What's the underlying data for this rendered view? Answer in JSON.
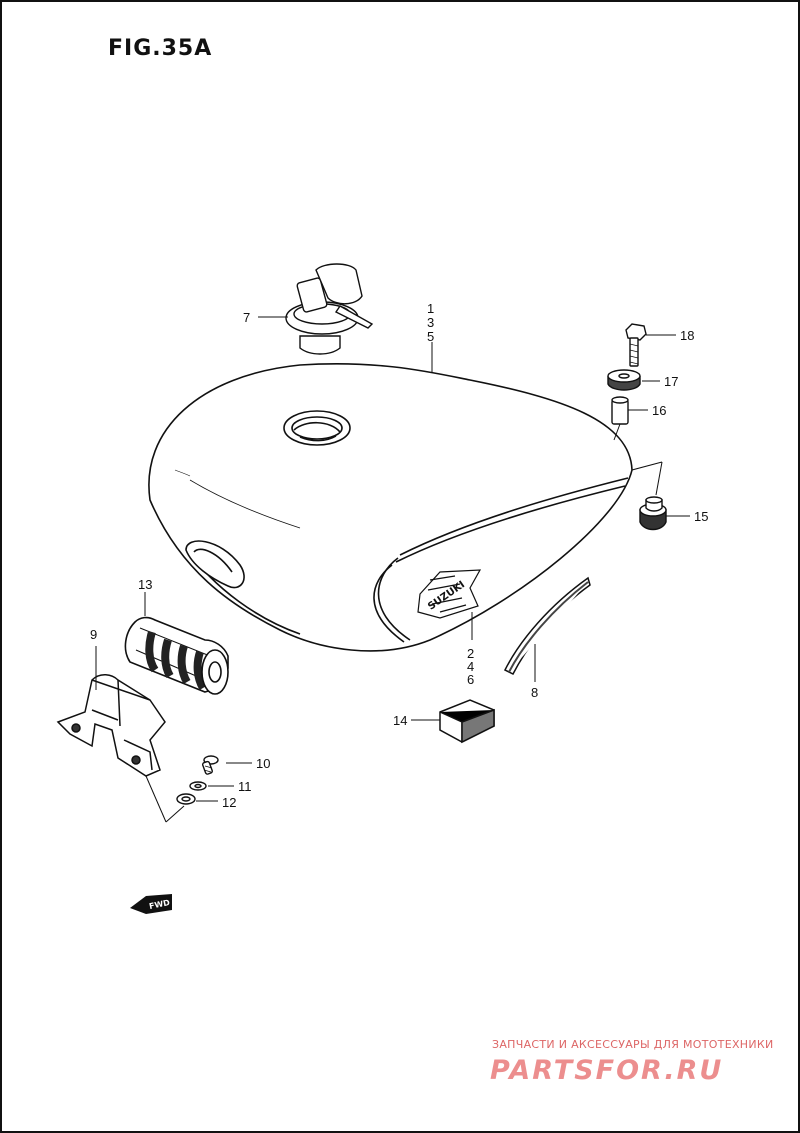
{
  "figure": {
    "title": "FIG.35A"
  },
  "callouts": {
    "c1": "1",
    "c3": "3",
    "c5": "5",
    "c2": "2",
    "c4": "4",
    "c6": "6",
    "c7": "7",
    "c8": "8",
    "c9": "9",
    "c10": "10",
    "c11": "11",
    "c12": "12",
    "c13": "13",
    "c14": "14",
    "c15": "15",
    "c16": "16",
    "c17": "17",
    "c18": "18"
  },
  "tank_emblem": {
    "brand": "SUZUKI"
  },
  "direction_marker": {
    "label": "FWD"
  },
  "watermark": {
    "tagline": "ЗАПЧАСТИ И АКСЕССУАРЫ ДЛЯ МОТОТЕХНИКИ",
    "logo": "PARTSFOR.RU"
  }
}
